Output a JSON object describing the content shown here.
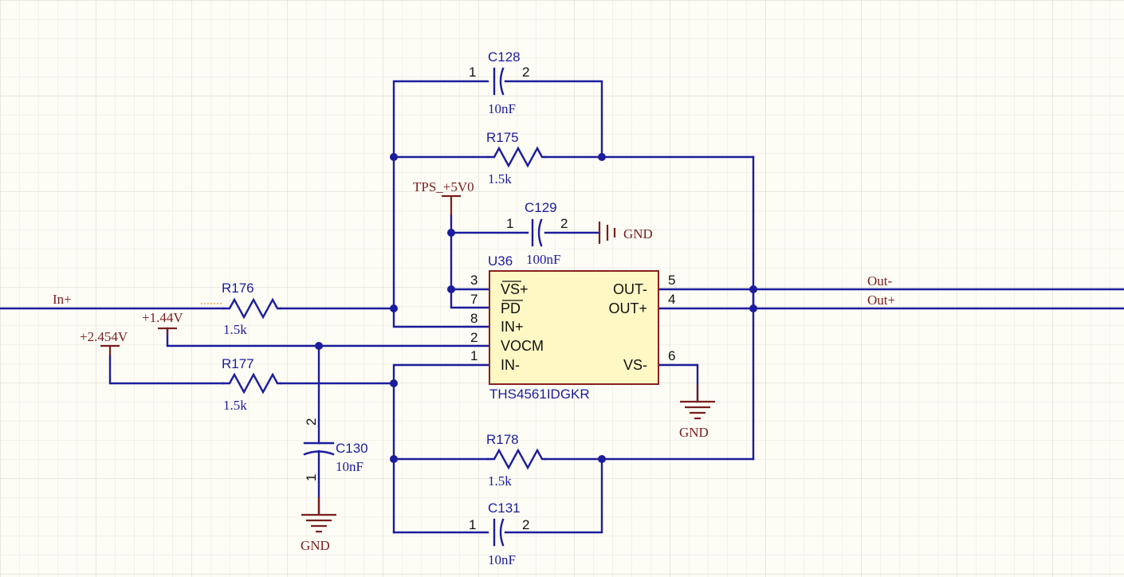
{
  "colors": {
    "wire": "#1c1c9e",
    "power": "#7a1d1d",
    "ic_fill": "#fff8c4",
    "background": "#fdfdf6",
    "grid": "#dcdcd2"
  },
  "ic": {
    "designator": "U36",
    "comment": "THS4561IDGKR",
    "pins_left": [
      {
        "num": "3",
        "name": "VS+"
      },
      {
        "num": "7",
        "name": "PD"
      },
      {
        "num": "8",
        "name": "IN+"
      },
      {
        "num": "2",
        "name": "VOCM"
      },
      {
        "num": "1",
        "name": "IN-"
      }
    ],
    "pins_right": [
      {
        "num": "5",
        "name": "OUT-"
      },
      {
        "num": "4",
        "name": "OUT+"
      },
      {
        "num": "6",
        "name": "VS-"
      }
    ]
  },
  "capacitors": [
    {
      "id": "C128",
      "designator": "C128",
      "value": "10nF",
      "pin1": "1",
      "pin2": "2"
    },
    {
      "id": "C129",
      "designator": "C129",
      "value": "100nF",
      "pin1": "1",
      "pin2": "2"
    },
    {
      "id": "C130",
      "designator": "C130",
      "value": "10nF",
      "pin1": "1",
      "pin2": "2"
    },
    {
      "id": "C131",
      "designator": "C131",
      "value": "10nF",
      "pin1": "1",
      "pin2": "2"
    }
  ],
  "resistors": [
    {
      "id": "R175",
      "designator": "R175",
      "value": "1.5k"
    },
    {
      "id": "R176",
      "designator": "R176",
      "value": "1.5k"
    },
    {
      "id": "R177",
      "designator": "R177",
      "value": "1.5k"
    },
    {
      "id": "R178",
      "designator": "R178",
      "value": "1.5k"
    }
  ],
  "nets": {
    "in_plus": "In+",
    "out_minus": "Out-",
    "out_plus": "Out+",
    "vocm_ref": "+1.44V",
    "in_minus_ref": "+2.454V",
    "supply": "TPS_+5V0",
    "ground": "GND"
  }
}
